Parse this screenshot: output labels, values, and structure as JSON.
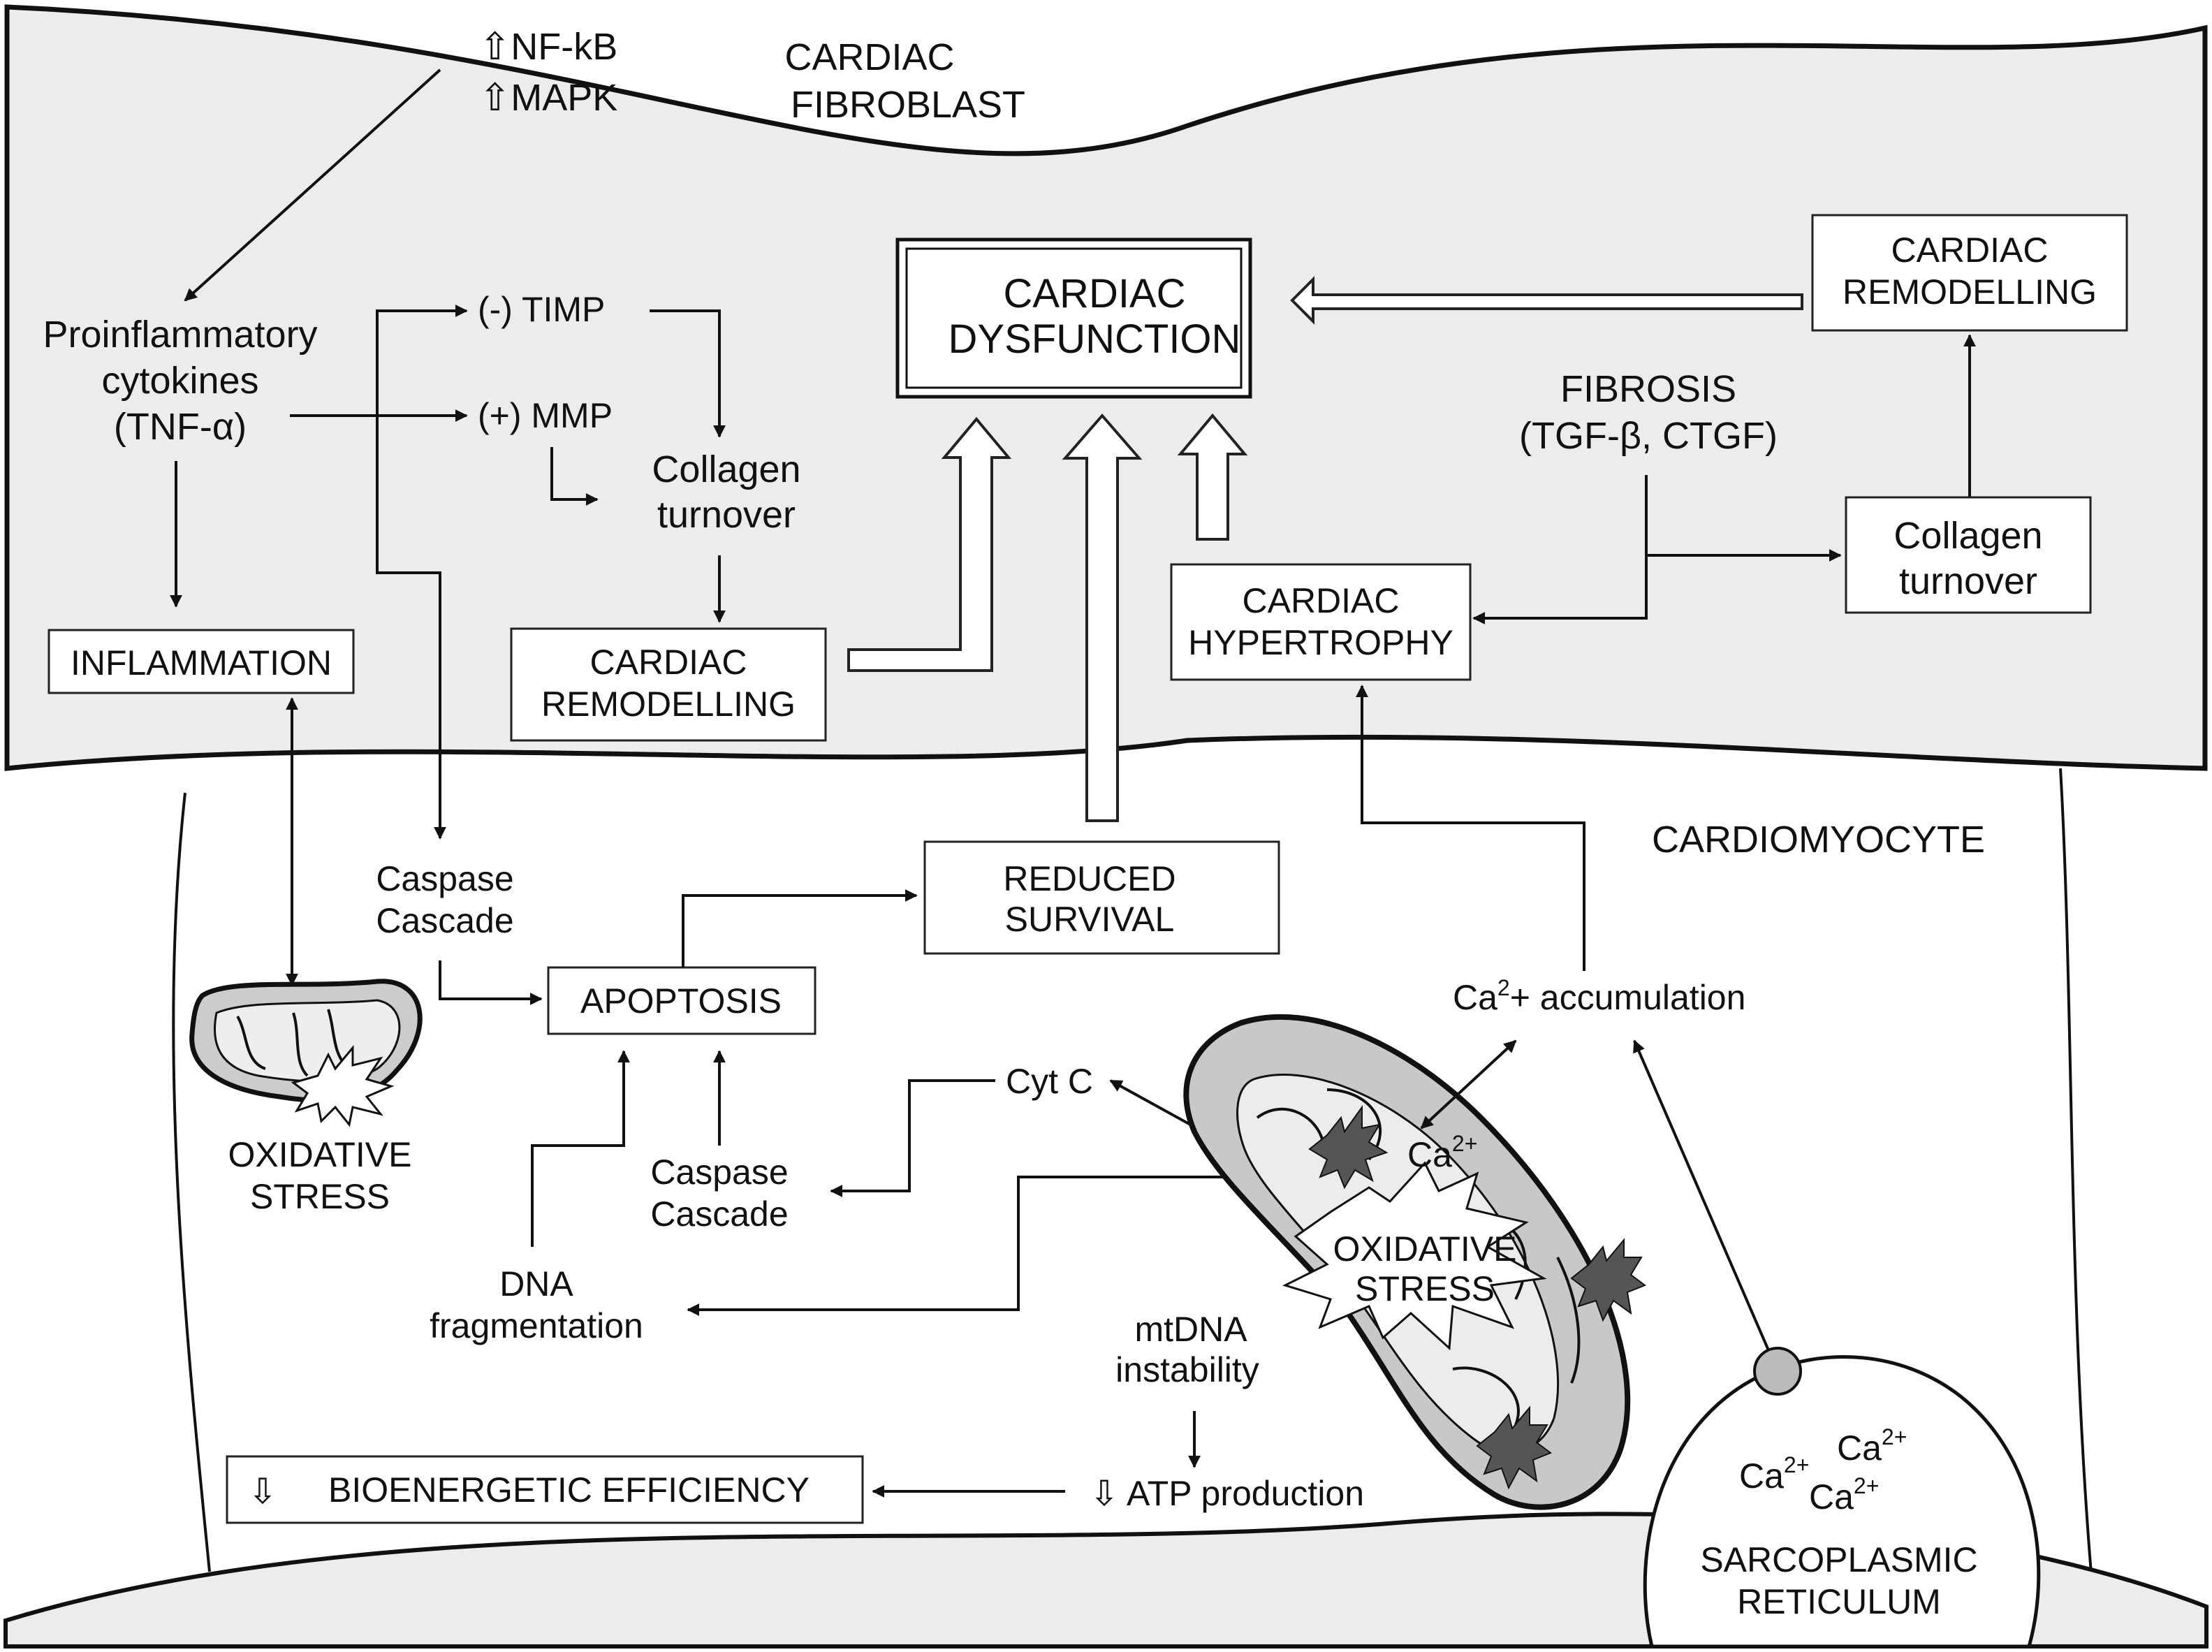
{
  "fibroblast": {
    "title_l1": "CARDIAC",
    "title_l2": "FIBROBLAST",
    "nfkb": "⇧NF-kB",
    "mapk": "⇧MAPK",
    "proinflam_l1": "Proinflammatory",
    "proinflam_l2": "cytokines",
    "proinflam_l3": "(TNF-α)",
    "timp": "(-) TIMP",
    "mmp": "(+) MMP",
    "collagen_l1": "Collagen",
    "collagen_l2": "turnover",
    "inflammation": "INFLAMMATION",
    "remodel_l1": "CARDIAC",
    "remodel_l2": "REMODELLING",
    "dysfunction_l1": "CARDIAC",
    "dysfunction_l2": "DYSFUNCTION",
    "remodel_right_l1": "CARDIAC",
    "remodel_right_l2": "REMODELLING",
    "fibrosis_l1": "FIBROSIS",
    "fibrosis_l2": "(TGF-β, CTGF)",
    "collagen_right_l1": "Collagen",
    "collagen_right_l2": "turnover",
    "hypertrophy_l1": "CARDIAC",
    "hypertrophy_l2": "HYPERTROPHY"
  },
  "cardiomyocyte": {
    "title": "CARDIOMYOCYTE",
    "caspase_top_l1": "Caspase",
    "caspase_top_l2": "Cascade",
    "reduced_l1": "REDUCED",
    "reduced_l2": "SURVIVAL",
    "apoptosis": "APOPTOSIS",
    "ca_acc_base": "Ca",
    "ca_acc_sup": "2",
    "ca_acc_rest": "+ accumulation",
    "oxstress_small_l1": "OXIDATIVE",
    "oxstress_small_l2": "STRESS",
    "cytc": "Cyt C",
    "caspase_mid_l1": "Caspase",
    "caspase_mid_l2": "Cascade",
    "dna_l1": "DNA",
    "dna_l2": "fragmentation",
    "ca_mito_base": "Ca",
    "ca_mito_sup": "2+",
    "oxstress_big_l1": "OXIDATIVE",
    "oxstress_big_l2": "STRESS",
    "mtdna_l1": "mtDNA",
    "mtdna_l2": "instability",
    "atp": "⇩ ATP production",
    "bio_icon": "⇩",
    "bio": "BIOENERGETIC EFFICIENCY",
    "sr_ca_base": "Ca",
    "sr_ca_sup": "2+",
    "sr_l1": "SARCOPLASMIC",
    "sr_l2": "RETICULUM"
  }
}
